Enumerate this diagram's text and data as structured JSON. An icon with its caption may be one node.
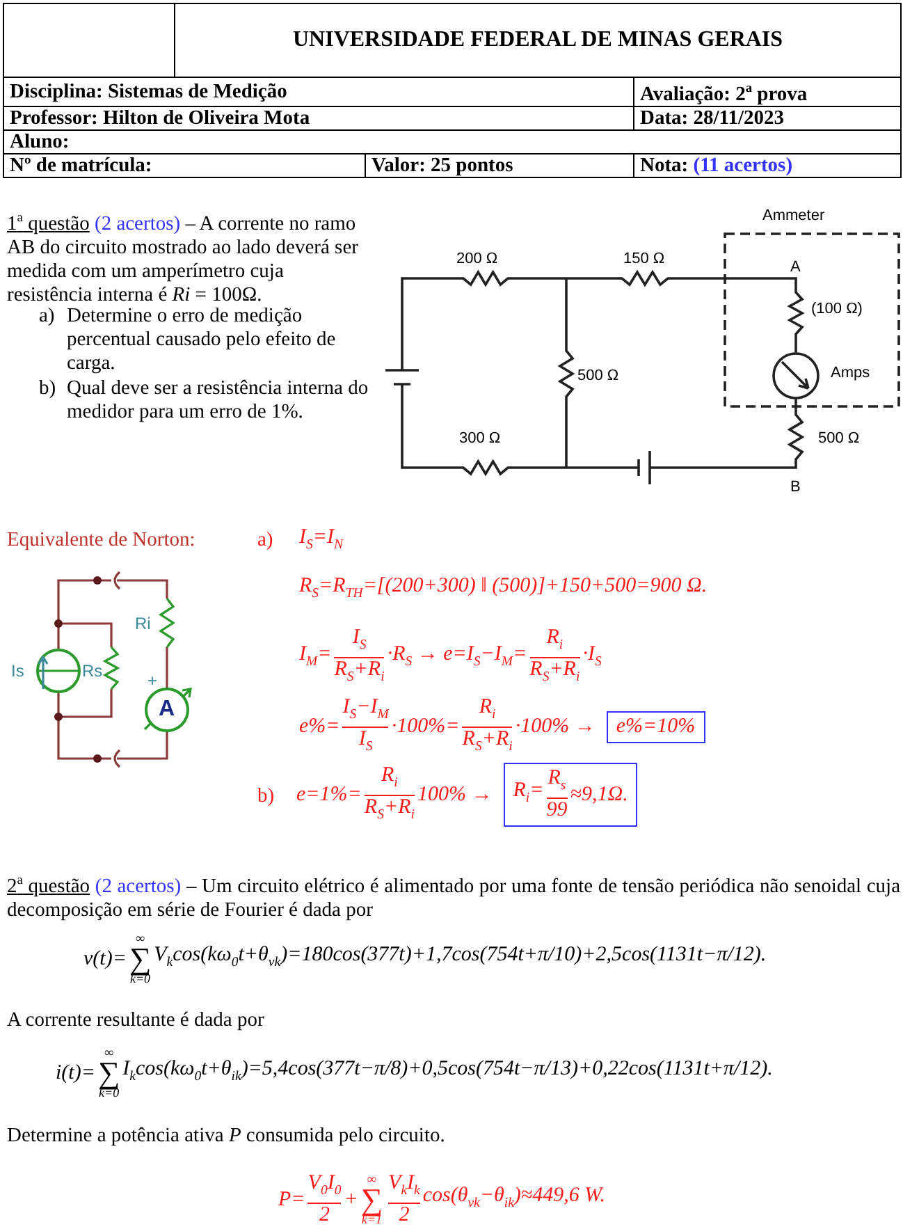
{
  "diagram": {
    "title": "UNIVERSIDADE FEDERAL DE MINAS GERAIS",
    "labels": [
      "Disciplina: Sistemas de Medição",
      "Avaliação: 2$^{a}$ prova",
      "Professor: Hilton de Oliveira Mota",
      "Data: 28/11/2023",
      "Aluno:",
      "Nº de matrícula:",
      "Valor: 25 pontos",
      "Nota:",
      "(11 acertos)",
      "1$^{a}$ questão",
      "(2 acertos)",
      "– A corrente no ramo AB do circuito mostrado ao lado deverá ser medida com um amperímetro cuja resistência interna é *Ri* = 100Ω.",
      "a)",
      "Determine o erro de medição percentual causado pelo efeito de carga.",
      "b)",
      "Qual deve ser a resistência interna do medidor para um erro de 1%.",
      "Ammeter",
      "200 Ω",
      "150 Ω",
      "A",
      "(100 Ω)",
      "500 Ω",
      "Amps",
      "300 Ω",
      "500 Ω",
      "B",
      "Equivalente de Norton:",
      "Ri",
      "Is",
      "Rs",
      "+",
      "A",
      "a)",
      "I$_{S}$=I$_{N}$",
      "R$_{S}$=R$_{TH}$=[(200+300) ‖ (500)]+150+500=900 Ω.",
      "I$_{M}$=",
      "I$_{S}$",
      "R$_{S}$+R$_{i}$",
      "·R$_{S}$ → e=I$_{S}$−I$_{M}$=",
      "R$_{i}$",
      "R$_{S}$+R$_{i}$",
      "·I$_{S}$",
      "e%=",
      "I$_{S}$−I$_{M}$",
      "I$_{S}$",
      "·100%=",
      "R$_{i}$",
      "R$_{S}$+R$_{i}$",
      "·100% →",
      "e%=10%",
      "b)",
      "e=1%=",
      "R$_{i}$",
      "R$_{S}$+R$_{i}$",
      "100% →",
      "R$_{i}$=",
      "R$_{s}$",
      "99",
      "≈9,1Ω.",
      "2$^{a}$ questão",
      "(2 acertos)",
      "– Um circuito elétrico é alimentado por uma fonte de tensão periódica não senoidal cuja decomposição em série de Fourier é dada por",
      "v(t)=",
      "∞",
      "∑",
      "k=0",
      "V$_{k}$cos(kω$_{0}$t+θ$_{vk}$)=180cos(377t)+1,7cos(754t+π/10)+2,5cos(1131t−π/12).",
      "A corrente resultante é dada por",
      "i(t)=",
      "∞",
      "∑",
      "k=0",
      "I$_{k}$cos(kω$_{0}$t+θ$_{ik}$)=5,4cos(377t−π/8)+0,5cos(754t−π/13)+0,22cos(1131t+π/12).",
      "Determine a potência ativa *P* consumida pelo circuito.",
      "P=",
      "V$_{0}$I$_{0}$",
      "2",
      "+",
      "∞",
      "∑",
      "k=1",
      "V$_{k}$I$_{k}$",
      "2",
      "cos(θ$_{vk}$−θ$_{ik}$)≈449,6 W."
    ]
  }
}
